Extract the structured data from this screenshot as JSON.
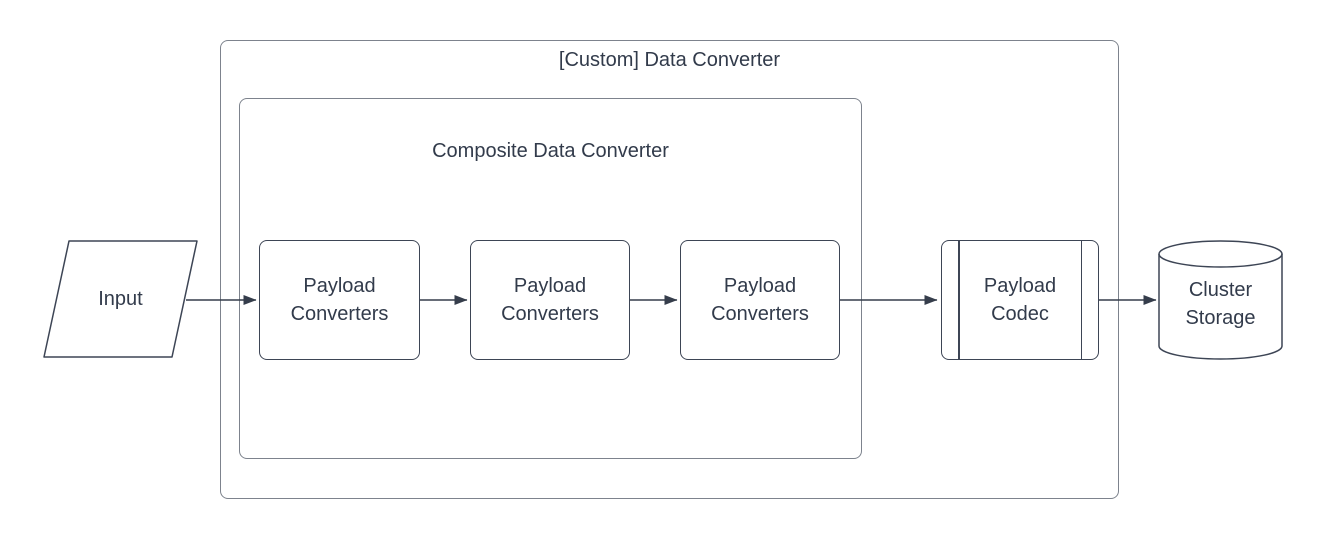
{
  "diagram": {
    "outer_group": {
      "label": "[Custom] Data Converter"
    },
    "inner_group": {
      "label": "Composite Data Converter"
    },
    "input_node": {
      "label": "Input",
      "shape": "parallelogram"
    },
    "payload_converters": [
      {
        "label": "Payload Converters"
      },
      {
        "label": "Payload Converters"
      },
      {
        "label": "Payload Converters"
      }
    ],
    "payload_codec": {
      "label": "Payload Codec",
      "shape": "predefined-process"
    },
    "cluster_storage": {
      "label": "Cluster Storage",
      "shape": "cylinder"
    },
    "edges": [
      {
        "from": "input",
        "to": "payload-converters-1"
      },
      {
        "from": "payload-converters-1",
        "to": "payload-converters-2"
      },
      {
        "from": "payload-converters-2",
        "to": "payload-converters-3"
      },
      {
        "from": "payload-converters-3",
        "to": "payload-codec"
      },
      {
        "from": "payload-codec",
        "to": "cluster-storage"
      }
    ],
    "colors": {
      "background": "#ffffff",
      "container_stroke": "#7d838d",
      "shape_stroke": "#3d4555",
      "arrow": "#353d4b",
      "text": "#323b4b"
    }
  }
}
